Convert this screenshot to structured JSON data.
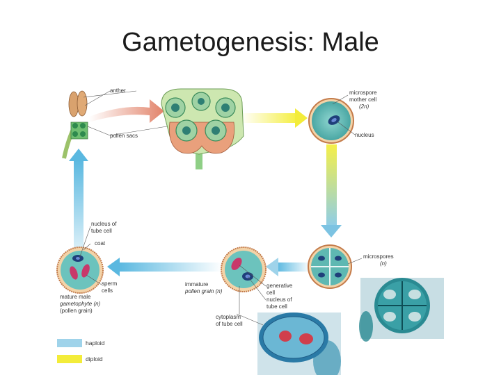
{
  "title": "Gametogenesis: Male",
  "labels": {
    "anther": "anther",
    "pollen_sacs": "pollen sacs",
    "microspore_mother_cell_l1": "microspore",
    "microspore_mother_cell_l2": "mother cell",
    "microspore_mother_cell_l3": "(2n)",
    "nucleus": "nucleus",
    "microspores_l1": "microspores",
    "microspores_l2": "(n)",
    "nucleus_tube_cell_l1": "nucleus of",
    "nucleus_tube_cell_l2": "tube cell",
    "coat": "coat",
    "sperm_cells_l1": "sperm",
    "sperm_cells_l2": "cells",
    "mature_male_l1": "mature male",
    "mature_male_l2": "gametophyte (n)",
    "mature_male_l3": "(pollen grain)",
    "immature_l1": "immature",
    "immature_l2": "pollen grain (n)",
    "generative_l1": "generative",
    "generative_l2": "cell",
    "generative_l3": "nucleus of",
    "generative_l4": "tube cell",
    "cytoplasm_l1": "cytoplasm",
    "cytoplasm_l2": "of tube cell"
  },
  "legend": {
    "haploid": "haploid",
    "diploid": "diploid",
    "haploid_color": "#9fd3ea",
    "diploid_color": "#f3ec3a"
  }
}
